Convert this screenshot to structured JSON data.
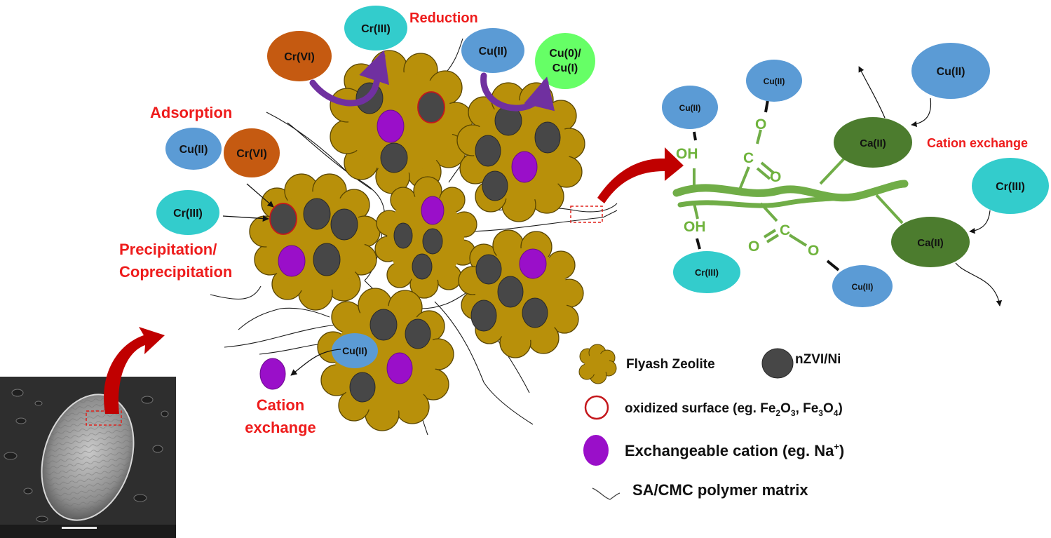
{
  "mechanisms": {
    "reduction": "Reduction",
    "adsorption": "Adsorption",
    "precipitation_line1": "Precipitation/",
    "precipitation_line2": "Coprecipitation",
    "cation_exchange_bead_line1": "Cation",
    "cation_exchange_bead_line2": "exchange",
    "cation_exchange_polymer": "Cation exchange"
  },
  "ions": {
    "cr_vi": "Cr(VI)",
    "cr_iii": "Cr(III)",
    "cu_ii": "Cu(II)",
    "cu_reduced_line1": "Cu(0)/",
    "cu_reduced_line2": "Cu(I)",
    "ca_ii": "Ca(II)"
  },
  "polymer_groups": {
    "hydroxyl": "OH",
    "oxygen": "O",
    "carbon": "C"
  },
  "legend": {
    "flyash_zeolite": "Flyash Zeolite",
    "nzvi": "nZVI/Ni",
    "oxidized_prefix": "oxidized surface (eg. Fe",
    "oxidized_sub1": "2",
    "oxidized_o1": "O",
    "oxidized_sub2": "3",
    "oxidized_mid": ",  Fe",
    "oxidized_sub3": "3",
    "oxidized_o2": "O",
    "oxidized_sub4": "4",
    "oxidized_suffix": ")",
    "exchangeable_prefix": "Exchangeable  cation  (eg. Na",
    "exchangeable_sup": "+",
    "exchangeable_suffix": ")",
    "polymer_matrix": "SA/CMC  polymer  matrix"
  },
  "colors": {
    "zeolite": "#b8900a",
    "zeolite_edge": "#5a4600",
    "nzvi": "#474747",
    "oxidized_ring": "#c4171c",
    "exchangeable_cation": "#9a0fc9",
    "cr_vi": "#c55a11",
    "cr_iii": "#33cccc",
    "cu_ii": "#5b9bd5",
    "cu_reduced": "#66ff66",
    "ca_ii": "#4c7c2e",
    "polymer": "#70ad47",
    "mechanism_label": "#ee1c1c",
    "arrow_red": "#c00000",
    "arrow_purple": "#7030a0"
  }
}
